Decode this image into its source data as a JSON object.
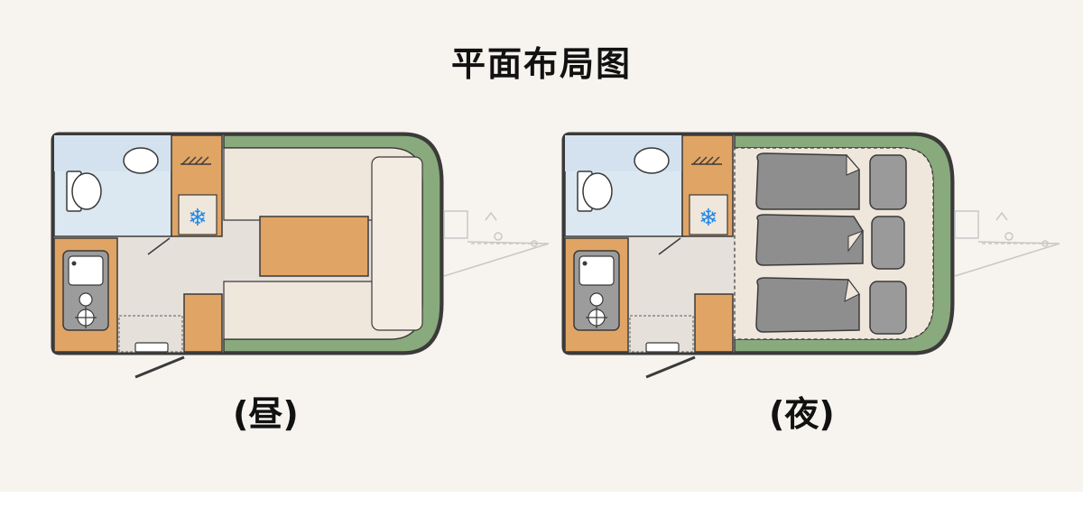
{
  "title": "平面布局图",
  "captions": {
    "day": "(昼)",
    "night": "(夜)"
  },
  "colors": {
    "background": "#f7f3ee",
    "outline": "#3a3a3a",
    "bathroom": "#dbe8f1",
    "cabinet": "#e0a465",
    "floor": "#e6e0da",
    "seating": "#efe6dc",
    "side_wall": "#89aa7c",
    "bedding": "#8e8e8e",
    "pillow": "#9a9a9a",
    "fridge_icon": "#1e88e5",
    "drawbar": "#c8c8c8"
  },
  "icons": [
    "toilet-icon",
    "washbasin-icon",
    "sink-icon",
    "stove-icon",
    "snowflake-icon",
    "drawbar-icon"
  ]
}
